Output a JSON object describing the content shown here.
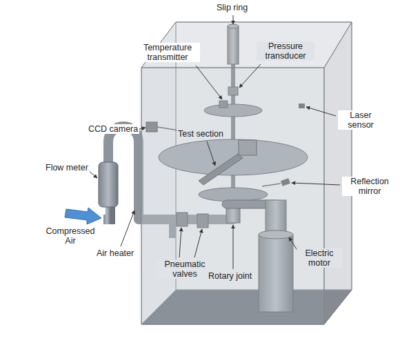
{
  "diagram": {
    "labels": [
      "Slip ring",
      "Temperature transmitter",
      "Pressure transducer",
      "CCD camera",
      "Laser sensor",
      "Test section",
      "Flow meter",
      "Reflection mirror",
      "Compressed Air",
      "Air heater",
      "Pneumatic valves",
      "Rotary joint",
      "Electric motor"
    ]
  }
}
